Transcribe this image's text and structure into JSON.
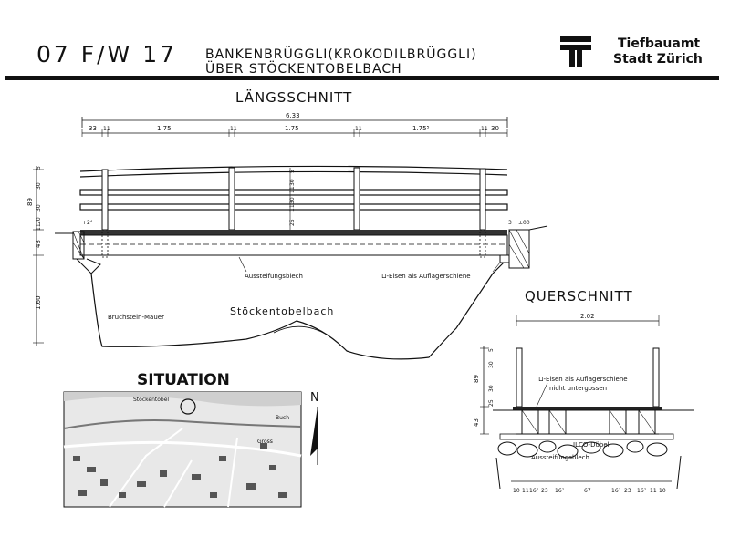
{
  "header": {
    "code": "07 F/W 17",
    "title_line1": "BANKENBRÜGGLI(KROKODILBRÜGGLI)",
    "title_line2": "ÜBER STÖCKENTOBELBACH",
    "org_line1": "Tiefbauamt",
    "org_line2": "Stadt Zürich",
    "logo_icon": "tiefbauamt-logo-icon"
  },
  "longitudinal": {
    "heading": "LÄNGSSCHNITT",
    "total_length": "6.33",
    "segments": [
      "33",
      "11",
      "1.75",
      "11",
      "1.75",
      "11",
      "1.75⁵",
      "11",
      "30"
    ],
    "heights": [
      "5",
      "30",
      "89",
      "30",
      "20",
      "11",
      "43",
      "1.60"
    ],
    "rail_heights": [
      "5",
      "30",
      "11",
      "30",
      "11",
      "25"
    ],
    "level_left": "+2⁴",
    "level_right_a": "+3",
    "level_right_b": "±00",
    "labels": {
      "stiffening_plate": "Aussteifungsblech",
      "channel_support": "⊔-Eisen als Auflagerschiene",
      "masonry_wall": "Bruchstein-Mauer",
      "stream": "Stöckentobelbach"
    }
  },
  "cross_section": {
    "heading": "QUERSCHNITT",
    "width": "2.02",
    "heights": [
      "5",
      "30",
      "89",
      "30",
      "25",
      "43"
    ],
    "labels": {
      "channel_note_1": "⊔-Eisen als Auflagerschiene",
      "channel_note_2": "nicht untergossen",
      "dowel": "ILCO-Dübel",
      "stiffening_plate": "Aussteifungsblech"
    },
    "bottom_dims": [
      "10",
      "11",
      "16⁷",
      "23",
      "16⁷",
      "67",
      "16⁷",
      "23",
      "16⁷",
      "11",
      "10"
    ]
  },
  "situation": {
    "heading": "SITUATION",
    "north": "N",
    "map_labels": [
      "Stöckentobel",
      "Gross",
      "Buch"
    ]
  }
}
